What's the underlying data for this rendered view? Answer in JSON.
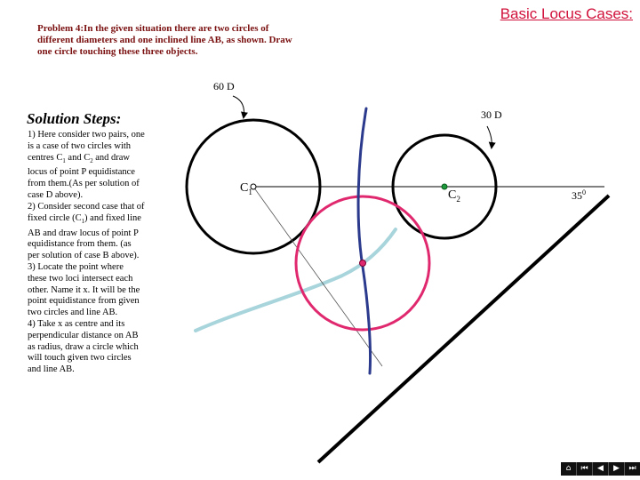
{
  "title": "Basic Locus Cases:",
  "problem_text": "Problem 4:In the given situation there are two circles of different diameters and one inclined line AB, as shown. Draw one circle touching these three objects.",
  "solution_heading": "Solution Steps:",
  "steps": {
    "s1": [
      "1) Here consider two pairs, one is a case of two circles with centres C",
      "1",
      " and C",
      "2",
      " and draw locus of point P equidistance from them.(As per solution of case D above)."
    ],
    "s2": [
      " 2) Consider second case that of fixed circle (C",
      "1",
      ") and fixed line AB and draw locus of point P equidistance from them. (as per solution of case B above)."
    ],
    "s3": " 3) Locate the point where these two loci intersect each other. Name it x. It will be the point equidistance from given two circles and line AB.",
    "s4": " 4) Take x as centre and its perpendicular distance on AB as radius, draw a circle which will touch given two circles and line AB."
  },
  "labels": {
    "dim1": "60 D",
    "dim2": "30 D",
    "c1": "C",
    "c1_sub": "1",
    "c2": "C",
    "c2_sub": "2",
    "angle": "35",
    "angle_sup": "0"
  },
  "nav_icons": [
    "home-icon",
    "first-icon",
    "prev-icon",
    "next-icon",
    "last-icon"
  ],
  "colors": {
    "title": "#d0103a",
    "circle": "#000000",
    "touch_circle": "#e0286e",
    "locus1": "#2b3a8c",
    "locus2": "#a8d4dc",
    "c2_center": "#1e9a3c"
  }
}
